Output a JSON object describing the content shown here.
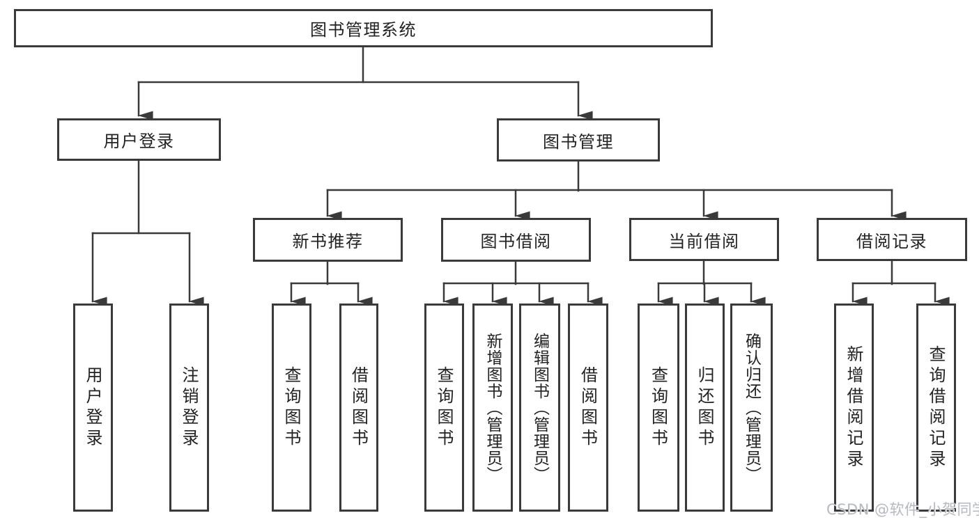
{
  "diagram": {
    "watermark": "CSDN @软件_小贺同学",
    "colors": {
      "line": "#3a3a3a",
      "box_border": "#3a3a3a",
      "box_fill": "#ffffff",
      "text": "#222222",
      "watermark": "#b6bac0"
    },
    "tree": {
      "root": {
        "label": "图书管理系统",
        "children": [
          {
            "label": "用户登录",
            "children": [
              {
                "label": "用户登录"
              },
              {
                "label": "注销登录"
              }
            ]
          },
          {
            "label": "图书管理",
            "children": [
              {
                "label": "新书推荐",
                "children": [
                  {
                    "label": "查询图书"
                  },
                  {
                    "label": "借阅图书"
                  }
                ]
              },
              {
                "label": "图书借阅",
                "children": [
                  {
                    "label": "查询图书"
                  },
                  {
                    "label": "新增图书（管理员）"
                  },
                  {
                    "label": "编辑图书（管理员）"
                  },
                  {
                    "label": "借阅图书"
                  }
                ]
              },
              {
                "label": "当前借阅",
                "children": [
                  {
                    "label": "查询图书"
                  },
                  {
                    "label": "归还图书"
                  },
                  {
                    "label": "确认归还（管理员）"
                  }
                ]
              },
              {
                "label": "借阅记录",
                "children": [
                  {
                    "label": "新增借阅记录"
                  },
                  {
                    "label": "查询借阅记录"
                  }
                ]
              }
            ]
          }
        ]
      }
    }
  }
}
